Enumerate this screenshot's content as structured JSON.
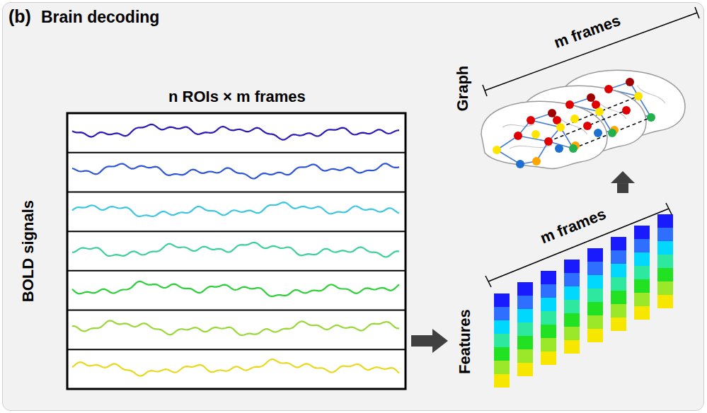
{
  "diagram": {
    "title": "Brain decoding",
    "nodes": [
      {
        "text": [
          "n ROIs × m frames",
          "BOLD signals"
        ]
      },
      {
        "text": [
          "m frames",
          "Features"
        ]
      },
      {
        "text": [
          "m frames",
          "Graph"
        ]
      }
    ],
    "edges": [
      {
        "from": 0,
        "to": 1,
        "arrow": "to"
      },
      {
        "from": 1,
        "to": 2,
        "arrow": "to"
      }
    ],
    "labels": [
      "(b)"
    ]
  }
}
